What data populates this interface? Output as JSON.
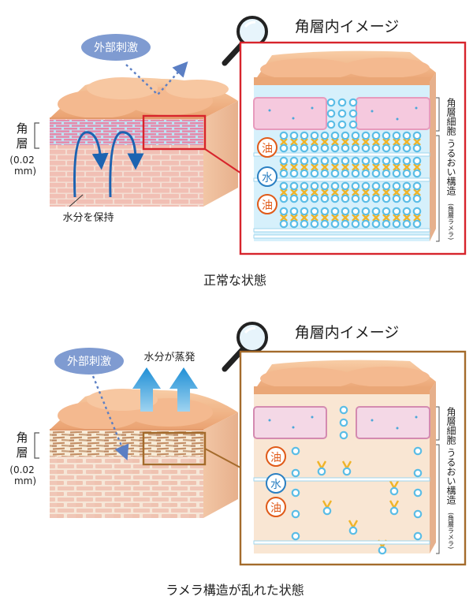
{
  "top": {
    "external_stimulus": "外部刺激",
    "keep_moisture": "水分を保持",
    "caption": "正常な状態",
    "zoom_title": "角層内イメージ",
    "accent": "#d7242c"
  },
  "bottom": {
    "external_stimulus": "外部刺激",
    "evaporation": "水分が蒸発",
    "caption": "ラメラ構造が乱れた状態",
    "zoom_title": "角層内イメージ",
    "accent": "#a46b2c"
  },
  "labels": {
    "stratum_char1": "角",
    "stratum_char2": "層",
    "thickness": "(0.02",
    "unit": "mm)",
    "oil": "油",
    "water": "水",
    "corneocyte": "角層細胞",
    "moisture_structure": "うるおい構造",
    "lamella": "(角層ラメラ)"
  },
  "colors": {
    "skin_top": "#f1b48a",
    "cell_pink": "#f5c9de",
    "lipid_blue": "#5bbde6",
    "lipid_yellow": "#f0b428",
    "oil_orange": "#e05a18",
    "water_blue": "#2a7fc2",
    "stimulus_badge": "#7f9bd1"
  }
}
